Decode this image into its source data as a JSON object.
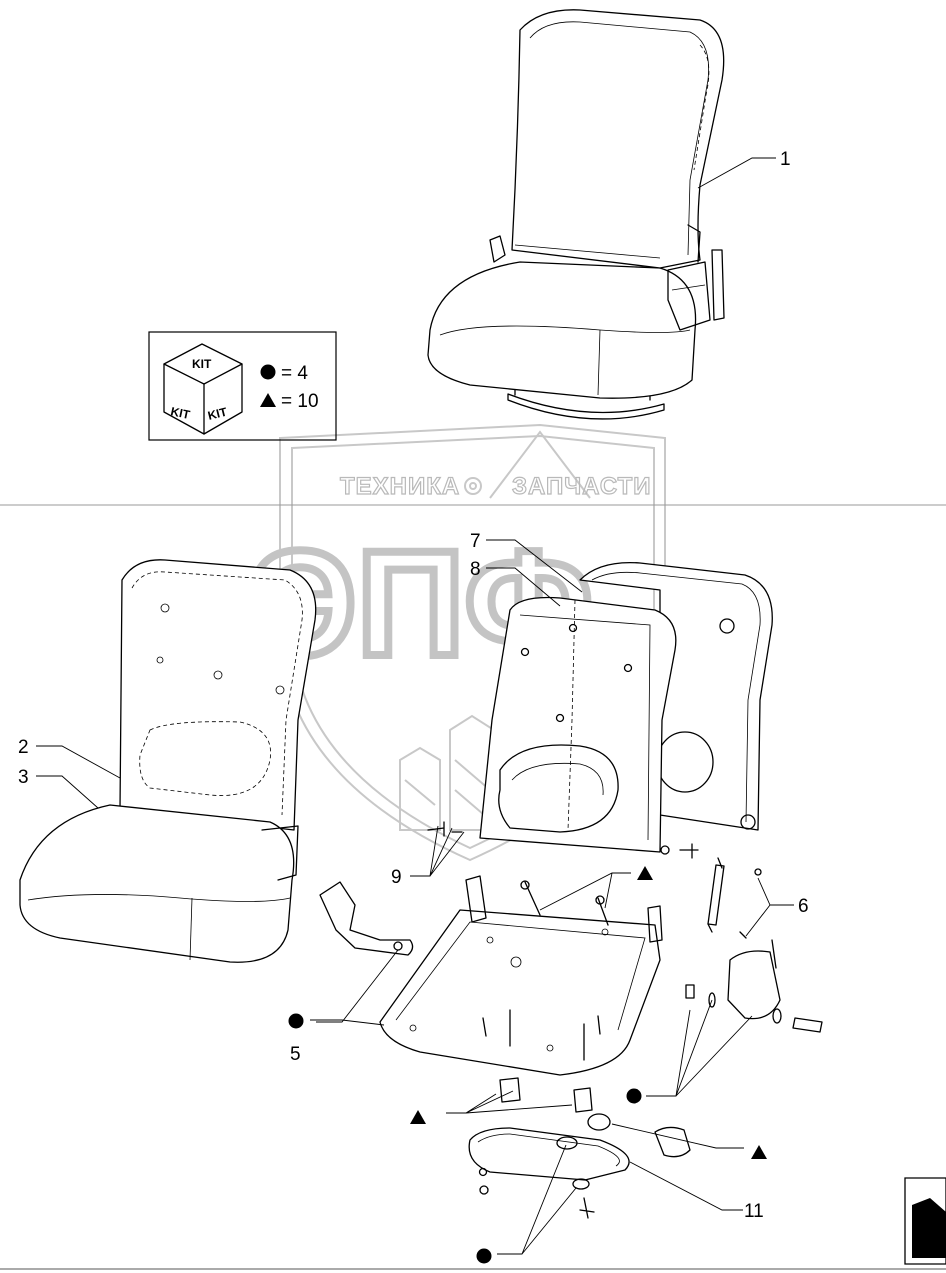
{
  "diagram": {
    "callouts": [
      "1",
      "2",
      "3",
      "5",
      "6",
      "7",
      "8",
      "9",
      "11"
    ],
    "kit_box": {
      "kit_labels": [
        "KIT",
        "KIT",
        "KIT"
      ],
      "circle_legend": "= 4",
      "triangle_legend": "= 10"
    },
    "watermark": {
      "left_word": "ТЕХНИКА",
      "right_word": "ЗАПЧАСТИ",
      "logo_letters": "ЭПФ"
    }
  }
}
